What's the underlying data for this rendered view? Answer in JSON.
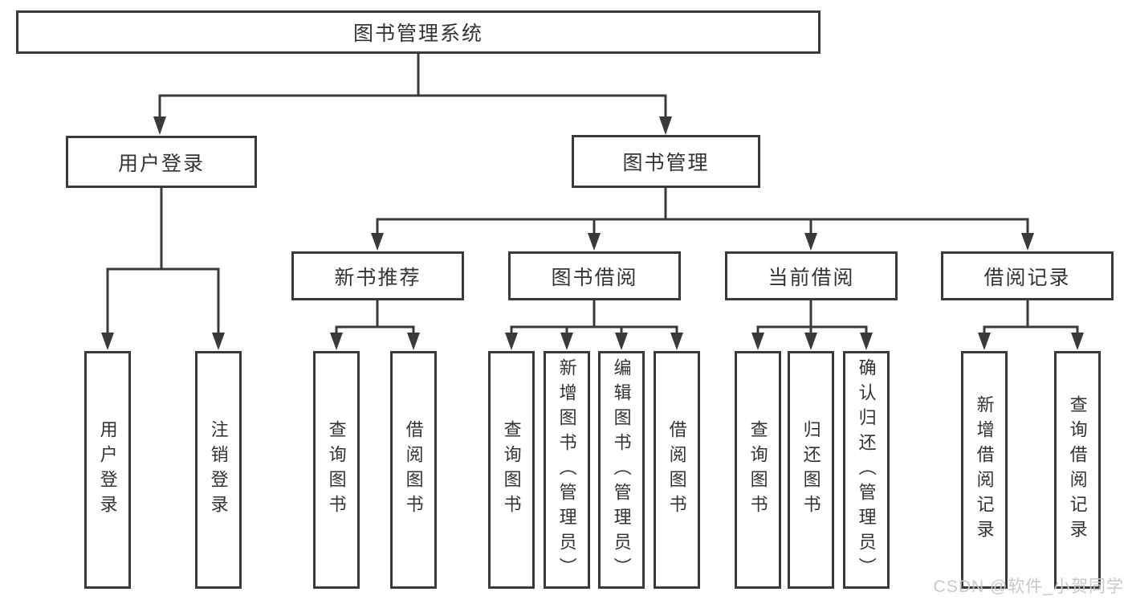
{
  "boxes": {
    "root": "图书管理系统",
    "l2": [
      "用户登录",
      "图书管理"
    ],
    "l3": [
      "新书推荐",
      "图书借阅",
      "当前借阅",
      "借阅记录"
    ],
    "leaf_groups": [
      [
        "用户登录",
        "注销登录"
      ],
      [
        "查询图书",
        "借阅图书"
      ],
      [
        "查询图书",
        "新增图书（管理员）",
        "编辑图书（管理员）",
        "借阅图书"
      ],
      [
        "查询图书",
        "归还图书",
        "确认归还（管理员）"
      ],
      [
        "新增借阅记录",
        "查询借阅记录"
      ]
    ]
  },
  "watermark": "CSDN @软件_小贺同学",
  "colors": {
    "line": "#3a3a3a",
    "text": "#333333",
    "watermark": "#c8c8c8",
    "background": "#ffffff"
  }
}
